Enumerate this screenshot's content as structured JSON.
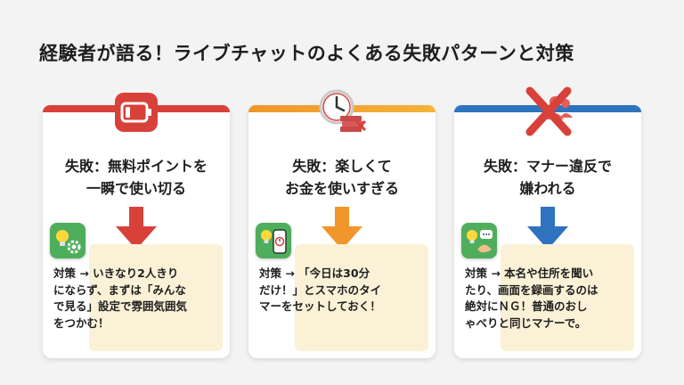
{
  "title": "経験者が語る！ライブチャットのよくある失敗パターンと対策",
  "colors": {
    "card1": "#d8413a",
    "card2": "#f0962a",
    "card3": "#2f73bf",
    "solution_bg": "#fbf1d7",
    "icon_green": "#4fae5c"
  },
  "cards": [
    {
      "icon": "battery-empty-icon",
      "heading": [
        "失敗：無料ポイントを",
        "一瞬で使い切る"
      ],
      "solution_icon": "lightbulb-gear-icon",
      "solution": [
        "対策 → いきなり2人きり",
        "にならず、まずは「みんな",
        "で見る」設定で雰囲気囲気",
        "をつかむ！"
      ]
    },
    {
      "icon": "clock-money-icon",
      "heading": [
        "失敗：楽しくて",
        "お金を使いすぎる"
      ],
      "solution_icon": "lightbulb-phone-timer-icon",
      "solution": [
        "対策 → 「今日は30分",
        "だけ！」とスマホのタイ",
        "マーをセットしておく！"
      ]
    },
    {
      "icon": "cross-people-icon",
      "heading": [
        "失敗：マナー違反で",
        "嫌われる"
      ],
      "solution_icon": "lightbulb-chat-handshake-icon",
      "solution": [
        "対策 → 本名や住所を聞い",
        "たり、画面を録画するのは",
        "絶対にＮＧ！普通のおし",
        "ゃべりと同じマナーで。"
      ]
    }
  ]
}
